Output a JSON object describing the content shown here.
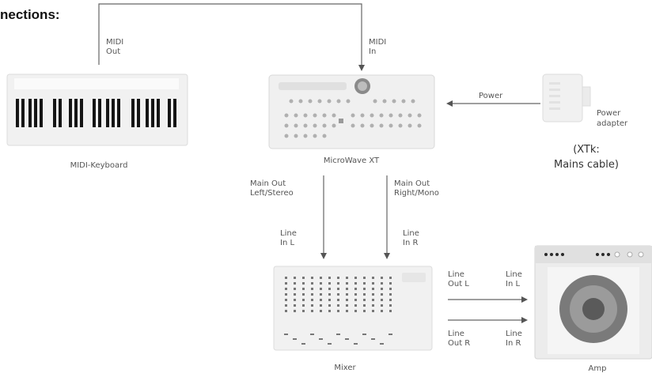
{
  "title": "nections:",
  "devices": {
    "keyboard": {
      "caption": "MIDI-Keyboard"
    },
    "synth": {
      "caption": "MicroWave XT"
    },
    "adapter": {
      "caption_line1": "Power",
      "caption_line2": "adapter"
    },
    "mixer": {
      "caption": "Mixer"
    },
    "amp": {
      "caption": "Amp"
    }
  },
  "note": {
    "line1": "(XTk:",
    "line2": "Mains cable)"
  },
  "labels": {
    "midi_out": "MIDI\nOut",
    "midi_in": "MIDI\nIn",
    "power": "Power",
    "main_out_left": "Main Out\nLeft/Stereo",
    "main_out_right": "Main Out\nRight/Mono",
    "line_in_l_mixer": "Line\nIn L",
    "line_in_r_mixer": "Line\nIn R",
    "line_out_l": "Line\nOut L",
    "line_in_l_amp": "Line\nIn L",
    "line_out_r": "Line\nOut R",
    "line_in_r_amp": "Line\nIn R"
  },
  "colors": {
    "line": "#555555",
    "device_fill": "#f2f2f2",
    "device_stroke": "#d6d6d6",
    "title": "#111111"
  }
}
